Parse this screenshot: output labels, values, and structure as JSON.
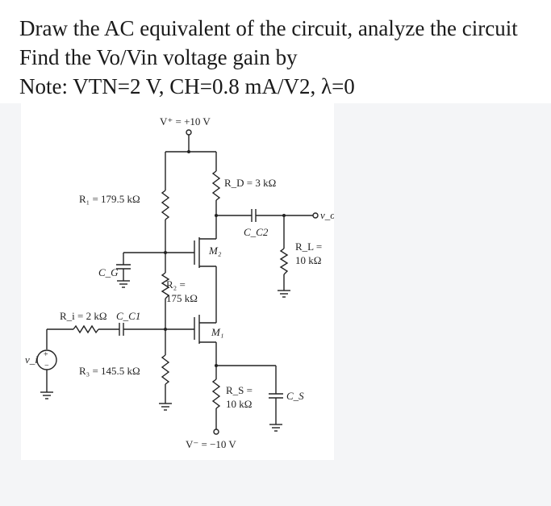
{
  "question": {
    "line1": "Draw the AC equivalent of the circuit, analyze the circuit",
    "line2": "Find the Vo/Vin voltage gain by",
    "line3": "Note: VTN=2 V, CH=0.8 mA/V2, λ=0"
  },
  "circuit": {
    "vplus": "V⁺ = +10 V",
    "vminus": "V⁻ = −10 V",
    "r1": "R₁ = 179.5 kΩ",
    "r2_name": "R₂ =",
    "r2_val": "175 kΩ",
    "r3": "R₃ = 145.5 kΩ",
    "rd": "R_D = 3 kΩ",
    "rs_name": "R_S =",
    "rs_val": "10 kΩ",
    "rl_name": "R_L =",
    "rl_val": "10 kΩ",
    "ri": "R_i = 2 kΩ",
    "cc1": "C_C1",
    "cc2": "C_C2",
    "cg": "C_G",
    "cs": "C_S",
    "m1": "M₁",
    "m2": "M₂",
    "vi": "v_i",
    "vo": "v_o",
    "plus_sign": "+",
    "minus_sign": "−"
  }
}
